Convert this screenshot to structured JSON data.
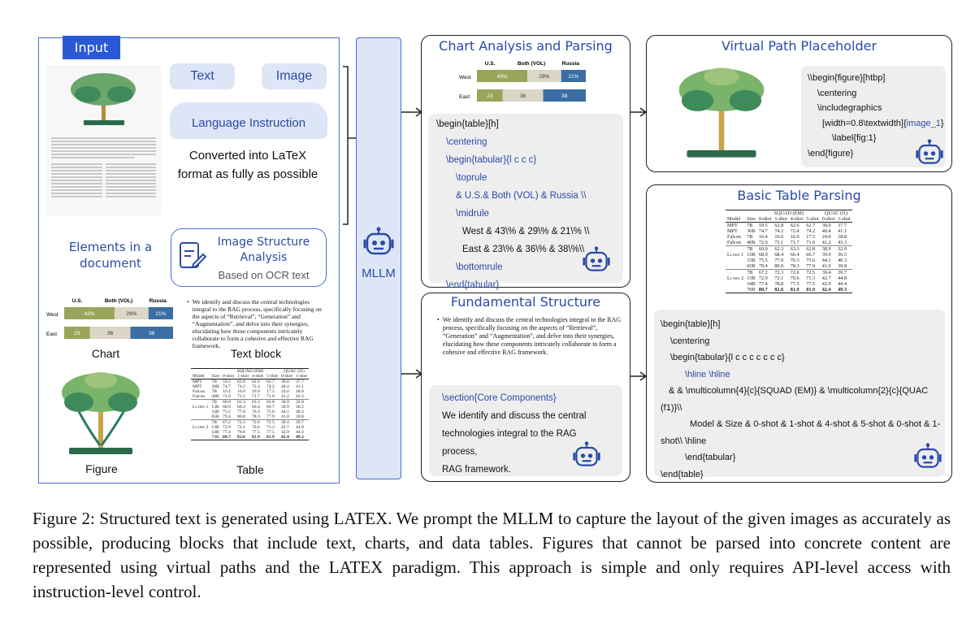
{
  "input_panel": {
    "badge": "Input",
    "text_label": "Text",
    "image_label": "Image",
    "lang_instruction": "Language Instruction",
    "convert_text": "Converted into LaTeX format as fully as possible",
    "elements_label": "Elements in a document",
    "isa_title": "Image Structure Analysis",
    "isa_sub": "Based on OCR text",
    "chart_caption": "Chart",
    "textblock_caption": "Text block",
    "figure_caption": "Figure",
    "table_caption": "Table",
    "textblock_body": "We identify and discuss the central technologies integral to the RAG process, specifically focusing on the aspects of “Retrieval”, “Generation” and “Augmentation”, and delve into their synergies, elucidating how these components intricately collaborate to form a cohesive and effective RAG framework."
  },
  "mllm_label": "MLLM",
  "mini_chart": {
    "headers": [
      "U.S.",
      "Both (VOL)",
      "Russia"
    ],
    "rows": [
      {
        "label": "West",
        "values": [
          "43%",
          "29%",
          "21%"
        ],
        "fractions": [
          0.43,
          0.29,
          0.21
        ]
      },
      {
        "label": "East",
        "values": [
          "23",
          "36",
          "38"
        ],
        "fractions": [
          0.23,
          0.36,
          0.38
        ]
      }
    ],
    "colors": [
      "#9aa55a",
      "#dcd6c6",
      "#3a6ea5"
    ]
  },
  "chart_panel": {
    "title": "Chart Analysis and Parsing",
    "code": [
      "\\begin{table}[h]",
      "\\centering",
      "\\begin{tabular}{l c c c}",
      "\\toprule",
      "& U.S.& Both (VOL) & Russia \\\\",
      "\\midrule",
      "West & 43\\% & 29\\% & 21\\% \\\\",
      "East & 23\\% & 36\\% & 38\\%\\\\",
      "\\bottomrule",
      "\\end{tabular}",
      "\\end{table}"
    ]
  },
  "fund_panel": {
    "title": "Fundamental Structure",
    "code": [
      "\\section{Core Components}",
      "We identify and discuss the central",
      "technologies integral to the RAG",
      "process,",
      "RAG framework."
    ]
  },
  "vpath_panel": {
    "title": "Virtual Path Placeholder",
    "code": [
      "\\\\begin{figure}[htbp]",
      "\\centering",
      "\\includegraphics",
      "[width=0.8\\textwidth]{",
      "image_1",
      "}",
      "\\label{fig:1}",
      "\\end{figure}"
    ]
  },
  "table_panel": {
    "title": "Basic Table Parsing",
    "code": [
      "\\begin{table}[h]",
      "\\centering",
      "\\begin{tabular}{l c c c c c c c}",
      "\\hline \\hline",
      "& & \\multicolumn{4}{c}{SQUAD (EM)} & \\multicolumn{2}{c}{QUAC",
      "(f1)}\\\\",
      "Model & Size  & 0-shot & 1-shot & 4-shot & 5-shot & 0-shot & 1-",
      "shot\\\\ \\hline",
      "\\end{tabular}",
      "\\end{table}"
    ]
  },
  "results_table": {
    "group_headers": [
      "SQUAD (EM)",
      "QUAC (f1)"
    ],
    "headers": [
      "Model",
      "Size",
      "0-shot",
      "1-shot",
      "4-shot",
      "5-shot",
      "0-shot",
      "1-shot"
    ],
    "rows": [
      [
        "MPT",
        "7B",
        "59.5",
        "62.8",
        "62.6",
        "62.7",
        "38.0",
        "37.7"
      ],
      [
        "MPT",
        "30B",
        "74.7",
        "74.2",
        "72.4",
        "74.2",
        "40.4",
        "41.1"
      ],
      [
        "Falcon",
        "7B",
        "16.4",
        "16.0",
        "16.9",
        "17.5",
        "24.0",
        "18.8"
      ],
      [
        "Falcon",
        "40B",
        "72.9",
        "73.1",
        "71.7",
        "71.0",
        "41.2",
        "43.3"
      ],
      [
        "",
        "7B",
        "60.0",
        "62.3",
        "63.3",
        "62.8",
        "38.9",
        "32.0"
      ],
      [
        "Llama 1",
        "13B",
        "68.9",
        "68.4",
        "66.4",
        "66.7",
        "39.9",
        "36.5"
      ],
      [
        "",
        "33B",
        "75.5",
        "77.0",
        "76.3",
        "75.6",
        "44.1",
        "40.3"
      ],
      [
        "",
        "65B",
        "79.4",
        "80.0",
        "78.3",
        "77.9",
        "41.0",
        "39.8"
      ],
      [
        "",
        "7B",
        "67.2",
        "72.3",
        "72.6",
        "72.5",
        "39.4",
        "39.7"
      ],
      [
        "Llama 2",
        "13B",
        "72.9",
        "72.1",
        "70.6",
        "71.3",
        "42.7",
        "44.8"
      ],
      [
        "",
        "34B",
        "77.4",
        "78.8",
        "77.5",
        "77.5",
        "42.9",
        "44.4"
      ],
      [
        "",
        "70B",
        "80.7",
        "82.6",
        "81.9",
        "81.9",
        "42.4",
        "49.3"
      ]
    ]
  },
  "caption": "Figure 2: Structured text is generated using LATEX. We prompt the MLLM to capture the layout of the given images as accurately as possible, producing blocks that include text, charts, and data tables. Figures that cannot be parsed into concrete content are represented using virtual paths and the LATEX paradigm. This approach is simple and only requires API-level access with instruction-level control."
}
